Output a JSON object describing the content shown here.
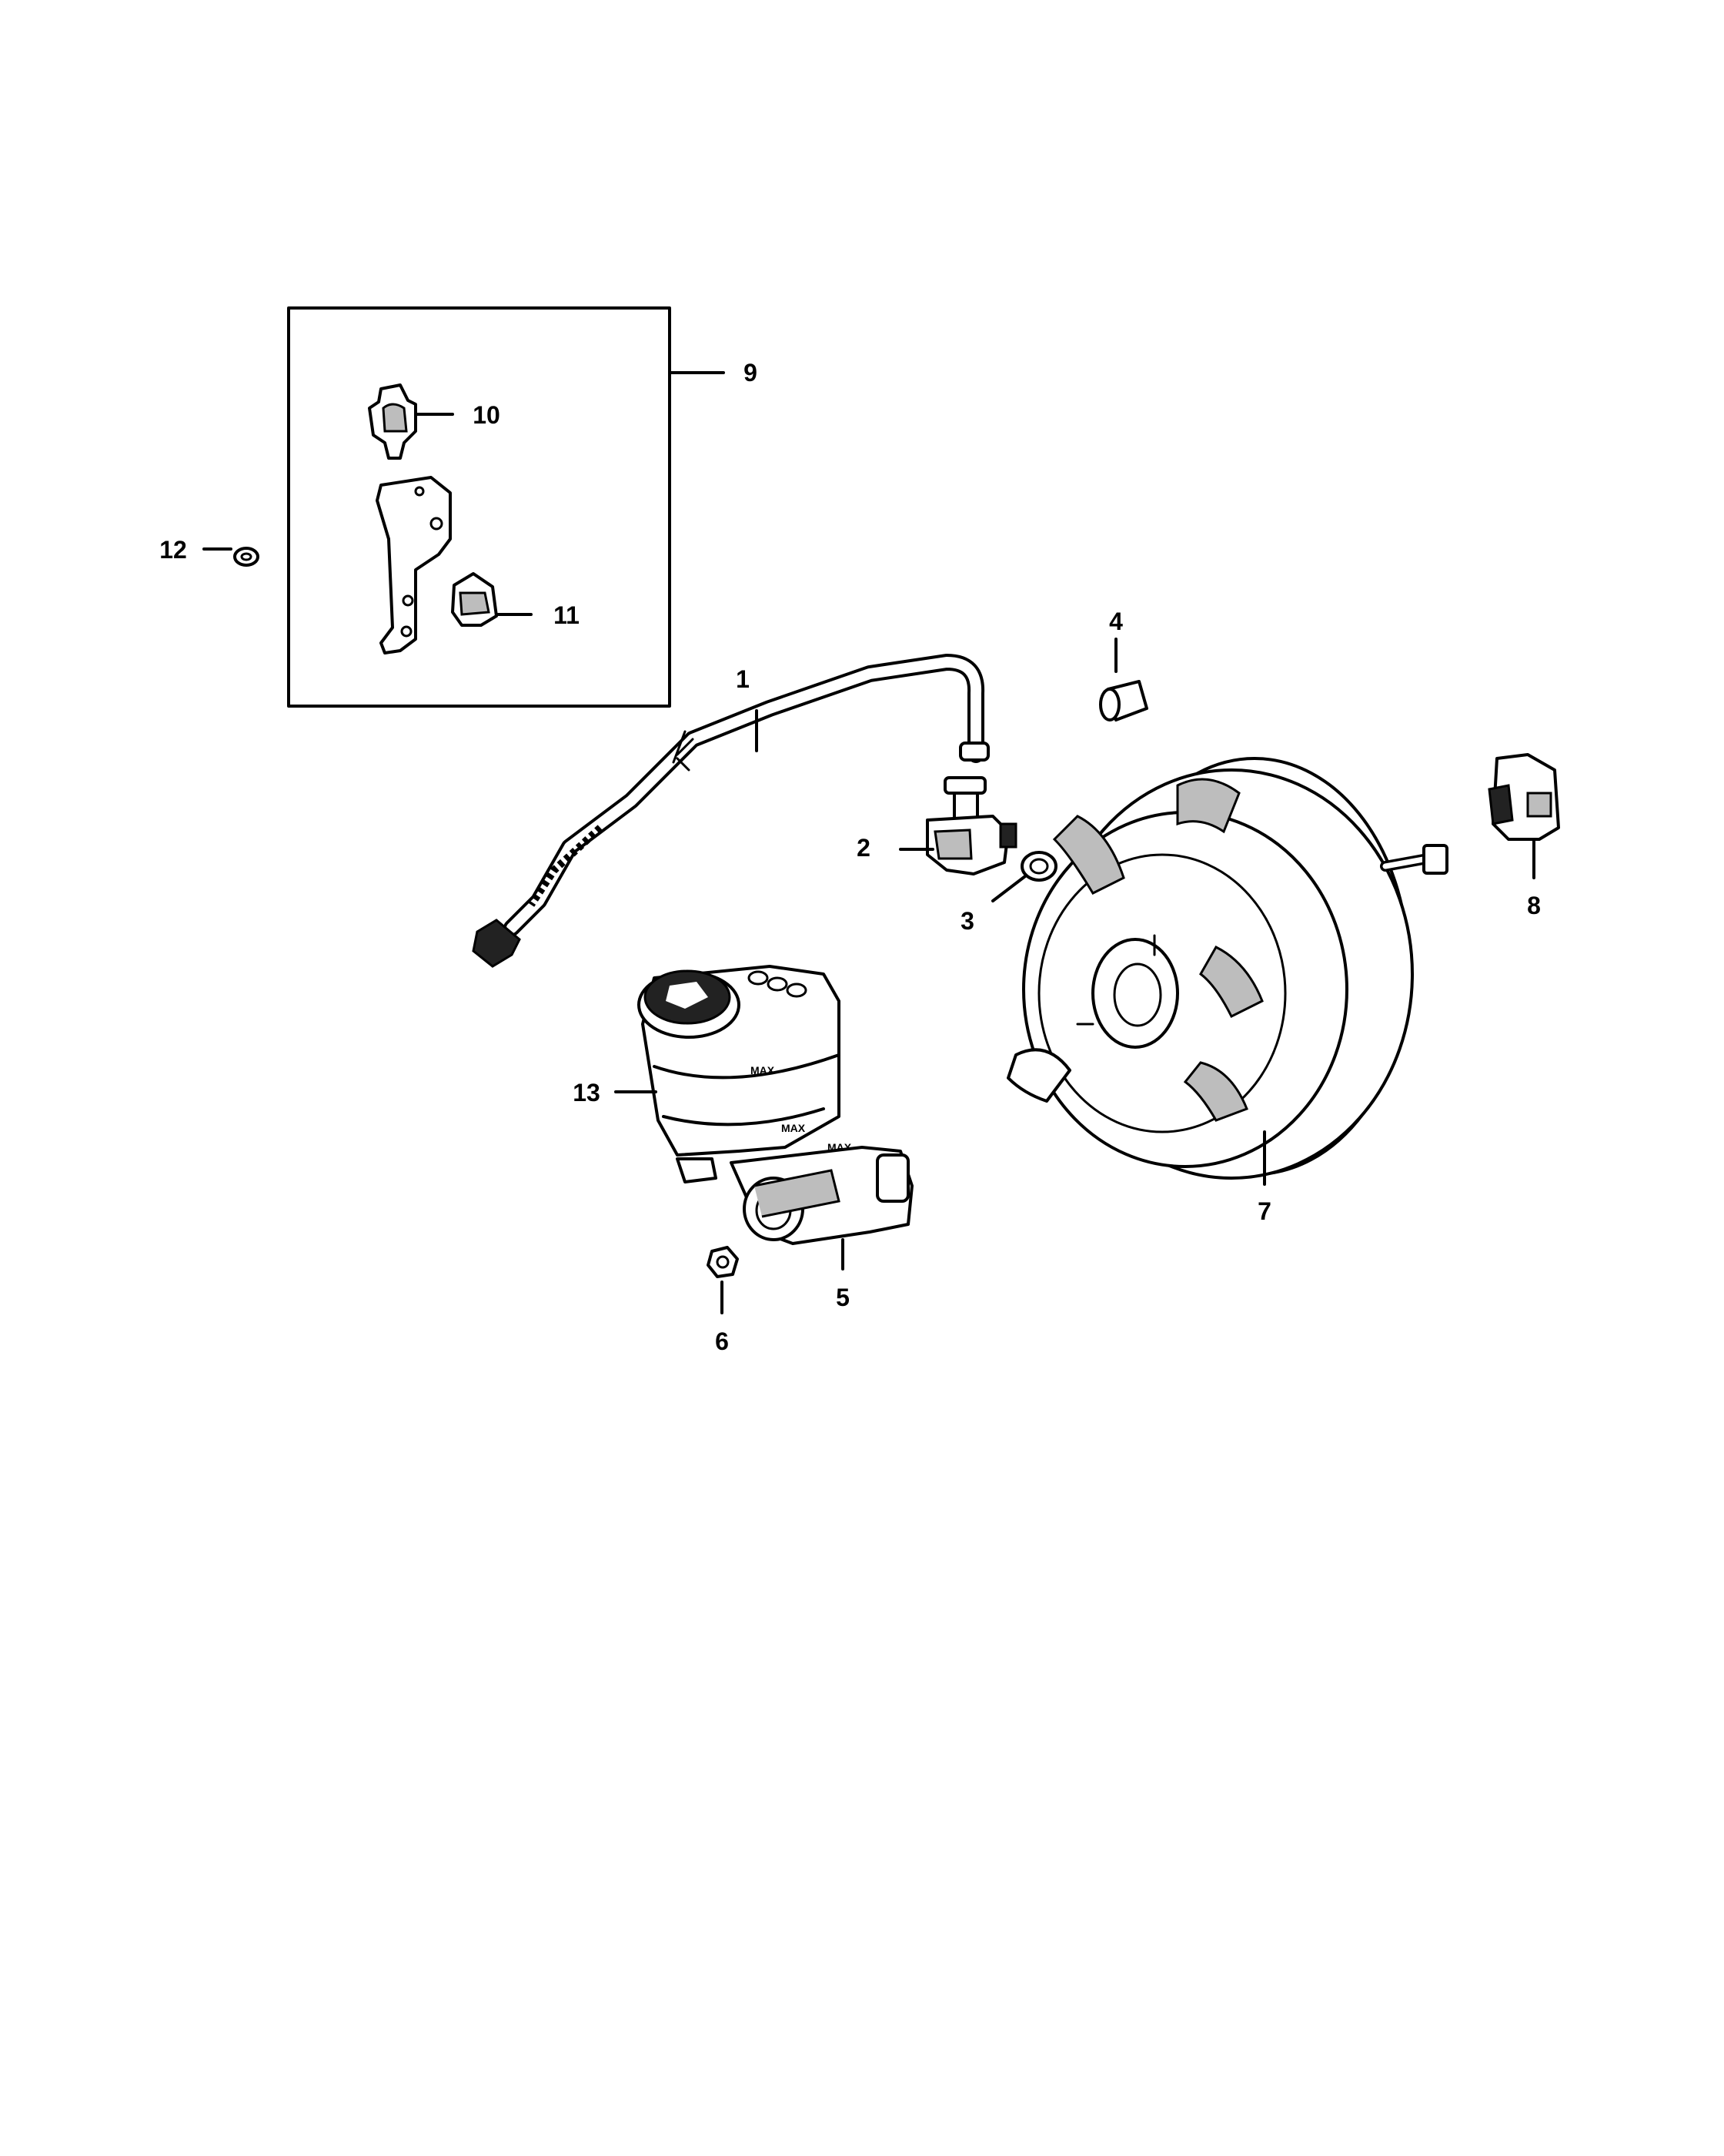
{
  "callouts": {
    "c1": "1",
    "c2": "2",
    "c3": "3",
    "c4": "4",
    "c5": "5",
    "c6": "6",
    "c7": "7",
    "c8": "8",
    "c9": "9",
    "c10": "10",
    "c11": "11",
    "c12": "12",
    "c13": "13"
  },
  "reservoir_marks": {
    "max_1": "MAX",
    "max_2": "MAX",
    "max_3": "MAX"
  }
}
